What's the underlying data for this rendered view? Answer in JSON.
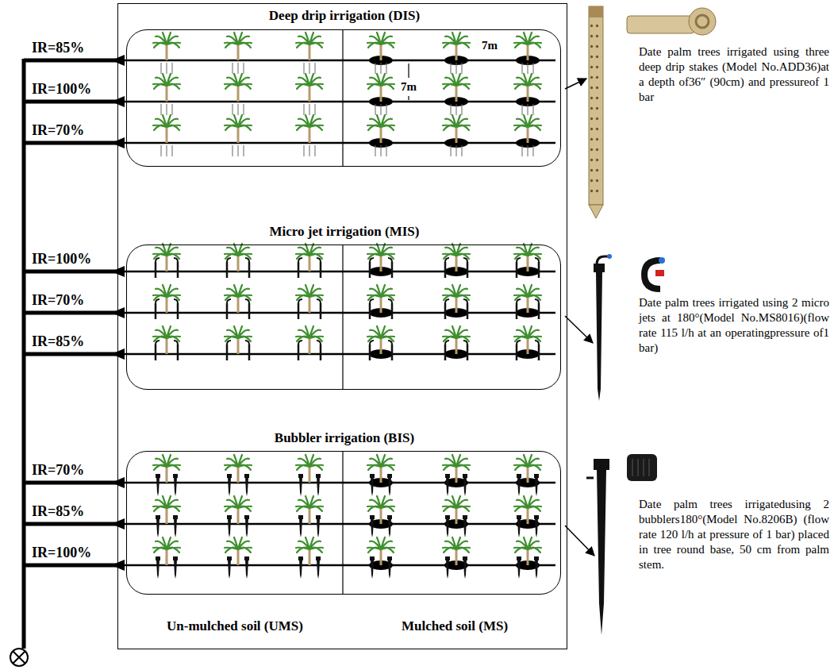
{
  "diagram": {
    "nodes": [
      {
        "text": [
          "Un-mulched soil (UMS)",
          "Mulched soil (MS)"
        ]
      },
      {
        "text": [
          "Deep drip irrigation (DIS)"
        ],
        "in": 0
      },
      {
        "text": [
          "Micro jet irrigation (MIS)"
        ],
        "in": 0
      },
      {
        "text": [
          "Bubbler irrigation (BIS)"
        ],
        "in": 0
      }
    ],
    "labels": [
      "IR=85%",
      "IR=100%",
      "IR=70%",
      "IR=100%",
      "IR=70%",
      "IR=85%",
      "IR=70%",
      "IR=85%",
      "IR=100%",
      "7m",
      "7m",
      "Date palm trees irrigated using three deep drip stakes (Model No.ADD36)at a depth of36″ (90cm) and pressureof 1 bar",
      "Date palm trees irrigated using 2 micro jets at 180°(Model No.MS8016)(flow rate 115 l/h at an operatingpressure of1 bar)",
      "Date palm trees irrigatedusing 2 bubblers180°(Model No.8206B) (flow rate 120 l/h at pressure of 1 bar) placed in tree round base, 50 cm from palm stem."
    ]
  }
}
